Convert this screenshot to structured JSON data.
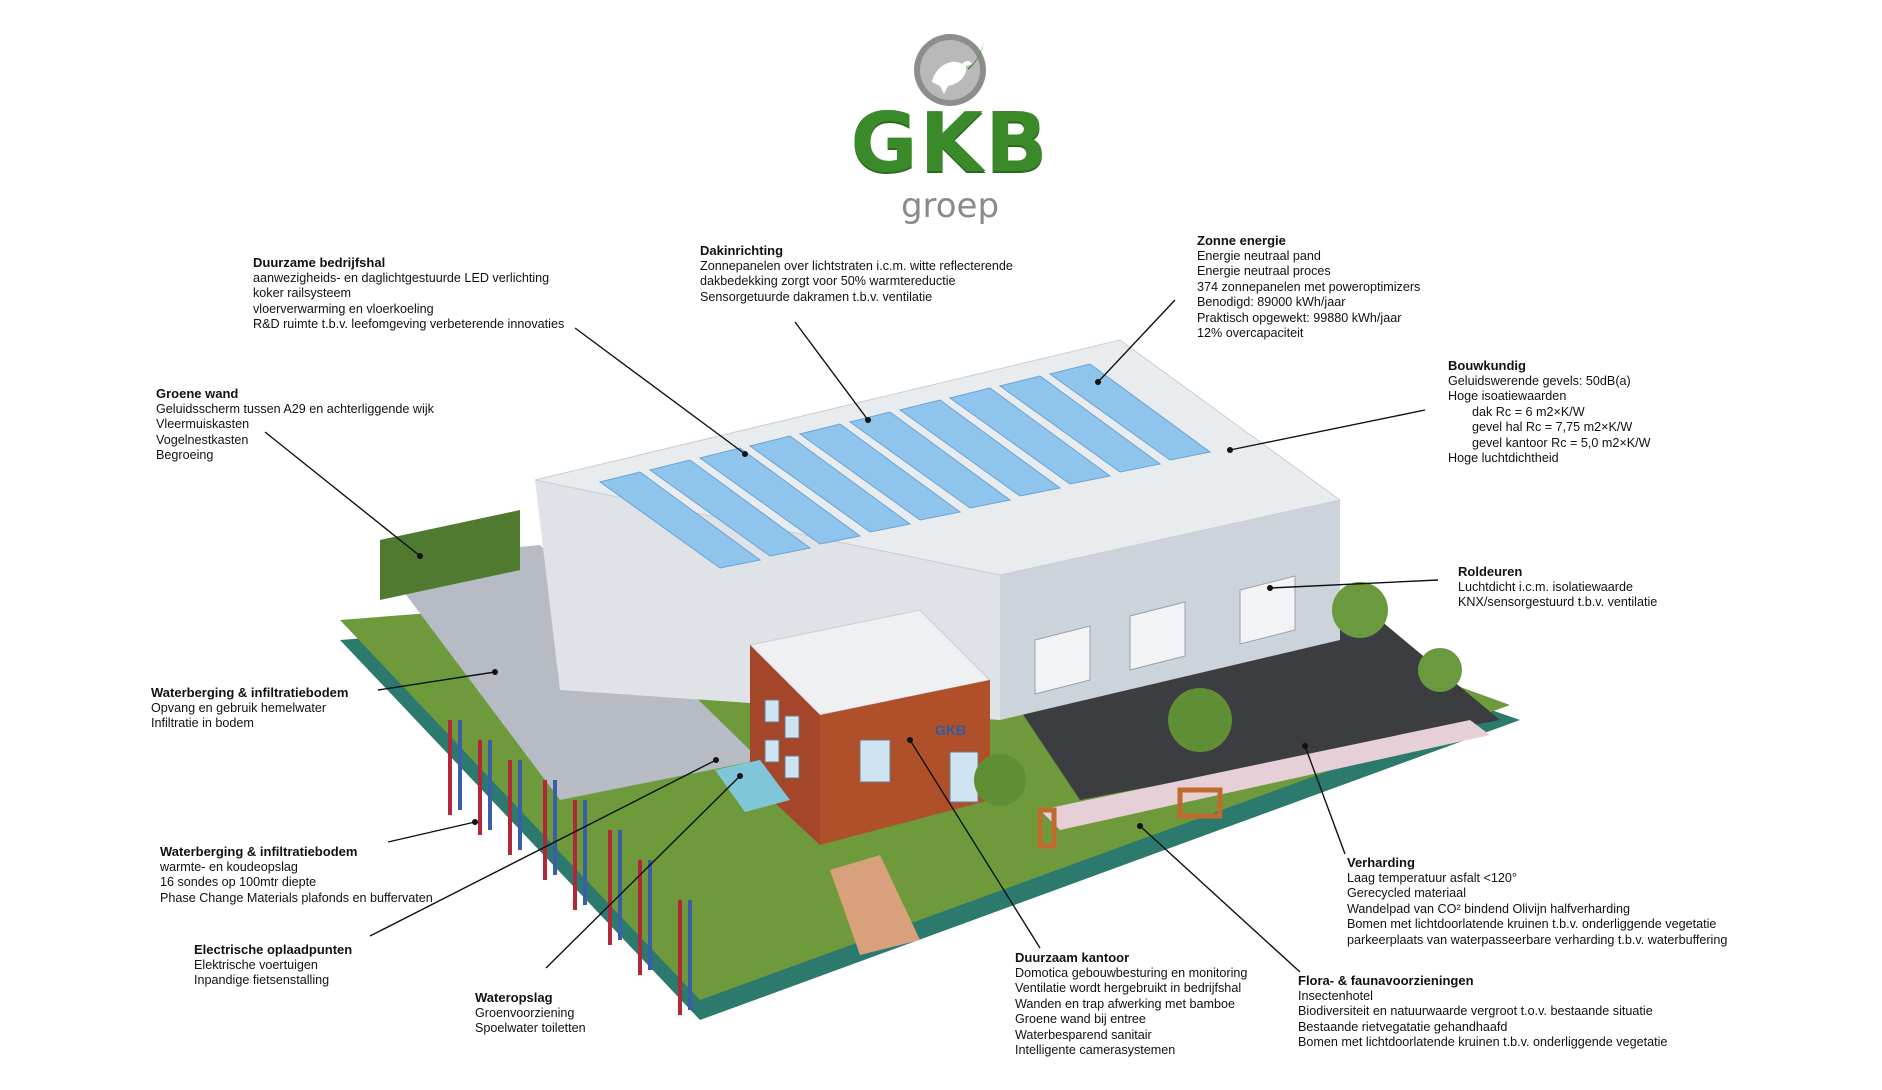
{
  "logo": {
    "brand": "GKB",
    "sub": "groep",
    "icon": "crow-icon",
    "colors": {
      "green": "#3b8a2a",
      "grey": "#8a8a8a"
    }
  },
  "annotations": {
    "bedrijfshal": {
      "title": "Duurzame bedrijfshal",
      "lines": [
        "aanwezigheids- en daglichtgestuurde LED verlichting",
        "koker railsysteem",
        "vloerverwarming en vloerkoeling",
        "R&D ruimte t.b.v. leefomgeving verbeterende innovaties"
      ]
    },
    "dakinrichting": {
      "title": "Dakinrichting",
      "lines": [
        "Zonnepanelen over lichtstraten i.c.m. witte reflecterende",
        "dakbedekking zorgt voor 50% warmtereductie",
        "Sensorgetuurde dakramen t.b.v. ventilatie"
      ]
    },
    "zonne": {
      "title": "Zonne energie",
      "lines": [
        "Energie neutraal pand",
        "Energie neutraal proces",
        "374 zonnepanelen met poweroptimizers",
        "Benodigd: 89000 kWh/jaar",
        "Praktisch opgewekt: 99880 kWh/jaar",
        "12% overcapaciteit"
      ]
    },
    "groenewand": {
      "title": "Groene wand",
      "lines": [
        "Geluidsscherm tussen A29 en achterliggende wijk",
        "Vleermuiskasten",
        "Vogelnestkasten",
        "Begroeing"
      ]
    },
    "bouwkundig": {
      "title": "Bouwkundig",
      "lines": [
        "Geluidswerende gevels: 50dB(a)",
        "Hoge isoatiewaarden"
      ],
      "indented": [
        "dak Rc = 6 m2×K/W",
        "gevel hal Rc = 7,75 m2×K/W",
        "gevel kantoor Rc = 5,0 m2×K/W"
      ],
      "after": [
        "Hoge luchtdichtheid"
      ]
    },
    "roldeuren": {
      "title": "Roldeuren",
      "lines": [
        "Luchtdicht i.c.m. isolatiewaarde",
        "KNX/sensorgestuurd t.b.v. ventilatie"
      ]
    },
    "waterberging1": {
      "title": "Waterberging & infiltratiebodem",
      "lines": [
        "Opvang en gebruik hemelwater",
        "Infiltratie in bodem"
      ]
    },
    "waterberging2": {
      "title": "Waterberging & infiltratiebodem",
      "lines": [
        "warmte- en koudeopslag",
        "16 sondes op 100mtr diepte",
        "Phase Change Materials plafonds en buffervaten"
      ]
    },
    "oplaadpunten": {
      "title": "Electrische oplaadpunten",
      "lines": [
        "Elektrische voertuigen",
        "Inpandige fietsenstalling"
      ]
    },
    "wateropslag": {
      "title": "Wateropslag",
      "lines": [
        "Groenvoorziening",
        "Spoelwater toiletten"
      ]
    },
    "kantoor": {
      "title": "Duurzaam kantoor",
      "lines": [
        "Domotica gebouwbesturing en monitoring",
        "Ventilatie wordt hergebruikt in bedrijfshal",
        "Wanden en trap afwerking met bamboe",
        "Groene wand bij entree",
        "Waterbesparend sanitair",
        "Intelligente camerasystemen"
      ]
    },
    "verharding": {
      "title": "Verharding",
      "lines": [
        "Laag temperatuur asfalt <120°",
        "Gerecycled materiaal",
        "Wandelpad van CO² bindend Olivijn halfverharding",
        "Bomen met lichtdoorlatende kruinen t.b.v. onderliggende vegetatie",
        "parkeerplaats van waterpasseerbare verharding t.b.v. waterbuffering"
      ]
    },
    "flora": {
      "title": "Flora- & faunavoorzieningen",
      "lines": [
        "Insectenhotel",
        "Biodiversiteit en natuurwaarde vergroot t.o.v. bestaande situatie",
        "Bestaande rietvegatatie gehandhaafd",
        "Bomen met lichtdoorlatende kruinen t.b.v. onderliggende vegetatie"
      ]
    }
  },
  "office_sign": "GKB",
  "colors": {
    "roof": "#e9ecef",
    "skylight": "#8fc4ec",
    "wall": "#dfe3e8",
    "brick": "#b0502a",
    "asphalt": "#3c3d40",
    "grass": "#6e9a3c",
    "water": "#2c7a6e",
    "pipe_red": "#b0283a",
    "pipe_blue": "#3a5fa8"
  }
}
